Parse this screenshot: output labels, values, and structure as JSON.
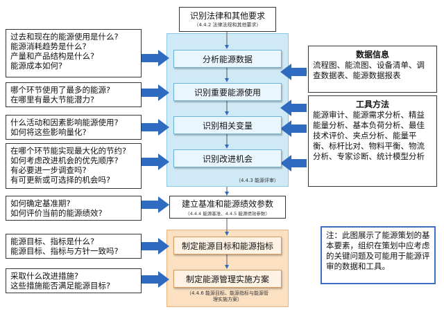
{
  "top_box": {
    "title": "识别法律和其他要求",
    "subtitle": "（4.4.2 法律法规和其他要求）"
  },
  "questions": [
    "过去和现在的能源使用是什么?\n能源消耗趋势是什么?\n产量和产品结构是什么?\n能源成本如何?",
    "哪个环节使用了最多的能源?\n在哪里有最大节能潜力?",
    "什么活动和因素影响能源使用?\n如何将这些影响量化?",
    "在哪个环节能实现最大化的节约?\n如何考虑改进机会的优先顺序?\n有必要进一步调查吗?\n有可更新或可选择的机会吗?",
    "如何确定基准期?\n如何评价当前的能源绩效?",
    "能源目标、指标是什么?\n能源目标、指标与方针一致吗?",
    "采取什么改进措施?\n这些措施能否满足能源目标?"
  ],
  "steps": {
    "analyze": "分析能源数据",
    "identify_major": "识别重要能源使用",
    "identify_variables": "识别相关变量",
    "identify_opportunities": "识别改进机会",
    "review_caption": "（4.4.3 能源评审）",
    "baseline": "建立基准和能源绩效参数",
    "baseline_caption": "（4.4.4 能源基准、4.4.5 能源绩效参数）",
    "targets": "制定能源目标和能源指标",
    "plan": "制定能源管理实施方案",
    "plan_caption": "（4.4.6 能源目标、能源指标与能源管理实施方案）"
  },
  "data_info": {
    "title": "数据信息",
    "body": "流程图、能流图、设备清单、调查数据表、能源数据报表"
  },
  "tools": {
    "title": "工具方法",
    "body": "能源审计、能源需求分析、精益能量分析、基本负荷分析、最佳技术评价、夹点分析、能量平衡、标杆比对、物料平衡、物流分析、专家诊断、统计模型分析"
  },
  "note": "注：此图展示了能源策划的基本要素，组织在策划中应考虑的关键问题及可能用于能源评审的数据和工具。",
  "colors": {
    "arrow": "#2f6cc0",
    "blue_panel": "#cfeaf6",
    "orange_panel": "#fbe0c2"
  }
}
